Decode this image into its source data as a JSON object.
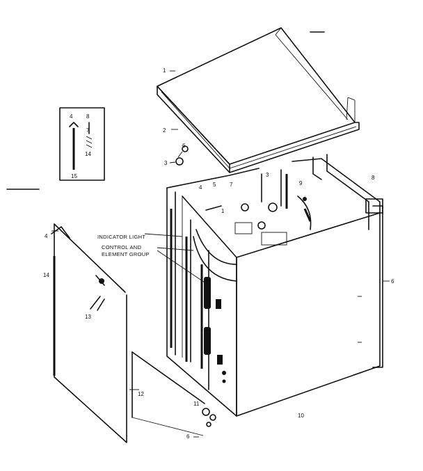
{
  "callouts": {
    "indicator_light": "INDICATOR LIGHT",
    "control_line1": "CONTROL AND",
    "control_line2": "ELEMENT GROUP"
  },
  "part_numbers": {
    "top_panel": "1",
    "top_panel_edge": "2",
    "clip_left": "3",
    "clip_top": "6",
    "cabinet_a": "4",
    "cabinet_b": "5",
    "cabinet_c": "7",
    "cabinet_d": "9",
    "back_right": "8",
    "right_side": "6",
    "front_bottom": "10",
    "bottom_clip": "11",
    "bottom_panel": "12",
    "door_clip": "13",
    "door_edge": "14",
    "door_top": "4",
    "door_bottom": "6",
    "inset_a": "4",
    "inset_b": "8",
    "inset_c": "7",
    "inset_d": "14",
    "inset_e": "15",
    "small_a": "3",
    "small_b": "1"
  }
}
